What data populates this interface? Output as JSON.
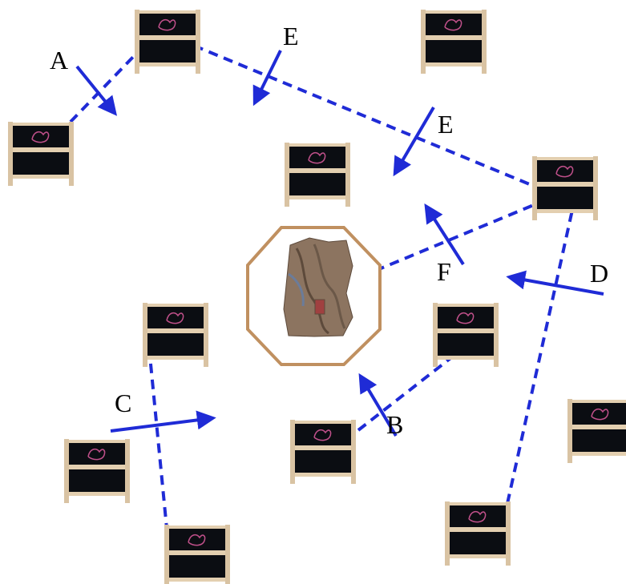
{
  "diagram": {
    "background": "#ffffff",
    "line_color": "#1f2bd6",
    "octagon_color": "#c09060",
    "labels": [
      "A",
      "B",
      "C",
      "D",
      "E",
      "E",
      "F"
    ],
    "icons": {
      "shelf": "shelf-rack-icon",
      "sculpture": "carved-wood-sculpture-icon"
    }
  }
}
